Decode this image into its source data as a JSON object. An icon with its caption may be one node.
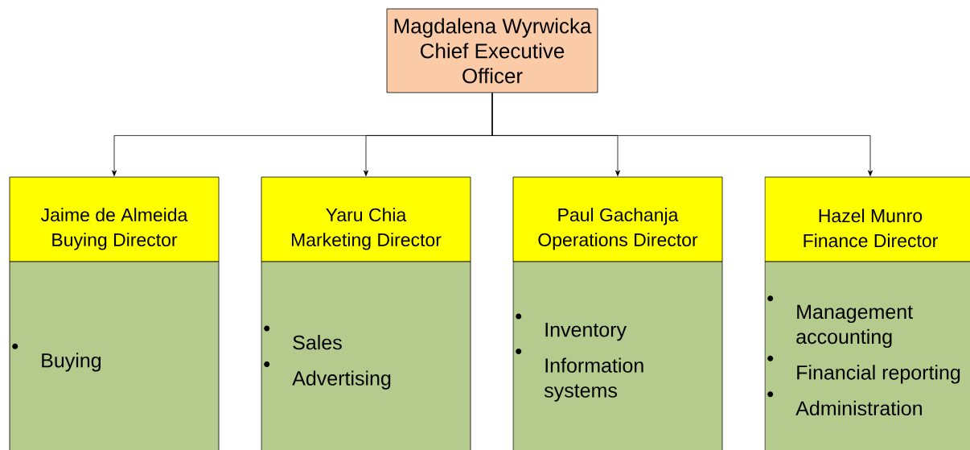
{
  "diagram": {
    "nodes": [
      {
        "text": [
          "Magdalena Wyrwicka",
          "Chief Executive Officer"
        ]
      },
      {
        "text": [
          "Jaime de Almeida",
          "Buying Director"
        ]
      },
      {
        "text": [
          "Buying"
        ]
      },
      {
        "text": [
          "Yaru Chia",
          "Marketing Director"
        ]
      },
      {
        "text": [
          "Sales",
          "Advertising"
        ]
      },
      {
        "text": [
          "Paul Gachanja",
          "Operations Director"
        ]
      },
      {
        "text": [
          "Inventory",
          "Information systems"
        ]
      },
      {
        "text": [
          "Hazel Munro",
          "Finance Director"
        ]
      },
      {
        "text": [
          "Management accounting",
          "Financial reporting",
          "Administration"
        ]
      }
    ],
    "edges": [
      {
        "from": 0,
        "to": 1,
        "arrow": "to"
      },
      {
        "from": 0,
        "to": 3,
        "arrow": "to"
      },
      {
        "from": 0,
        "to": 5,
        "arrow": "to"
      },
      {
        "from": 0,
        "to": 7,
        "arrow": "to"
      }
    ]
  }
}
